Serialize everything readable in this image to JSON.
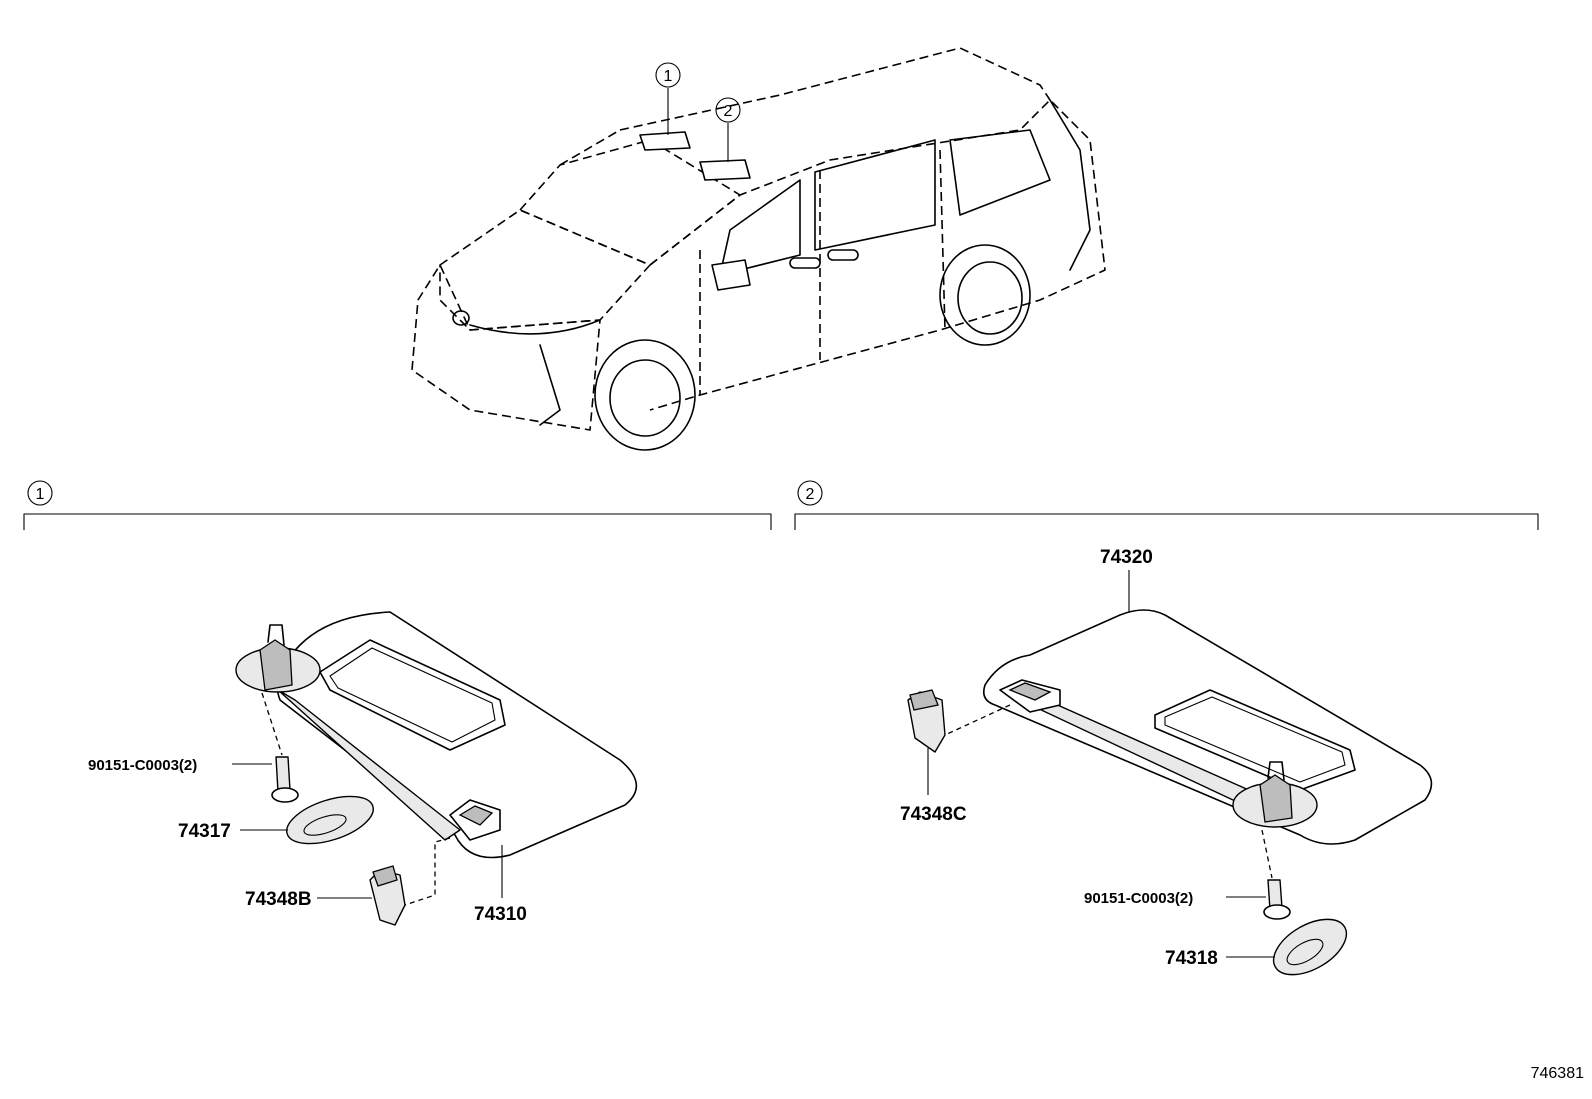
{
  "diagram": {
    "callouts": {
      "one": "1",
      "two": "2"
    },
    "drawing_number": "746381",
    "left_group": {
      "section": "1",
      "visor": "74310",
      "screw": "90151-C0003(2)",
      "cover": "74317",
      "holder": "74348B"
    },
    "right_group": {
      "section": "2",
      "visor": "74320",
      "holder": "74348C",
      "screw": "90151-C0003(2)",
      "cover": "74318"
    }
  }
}
